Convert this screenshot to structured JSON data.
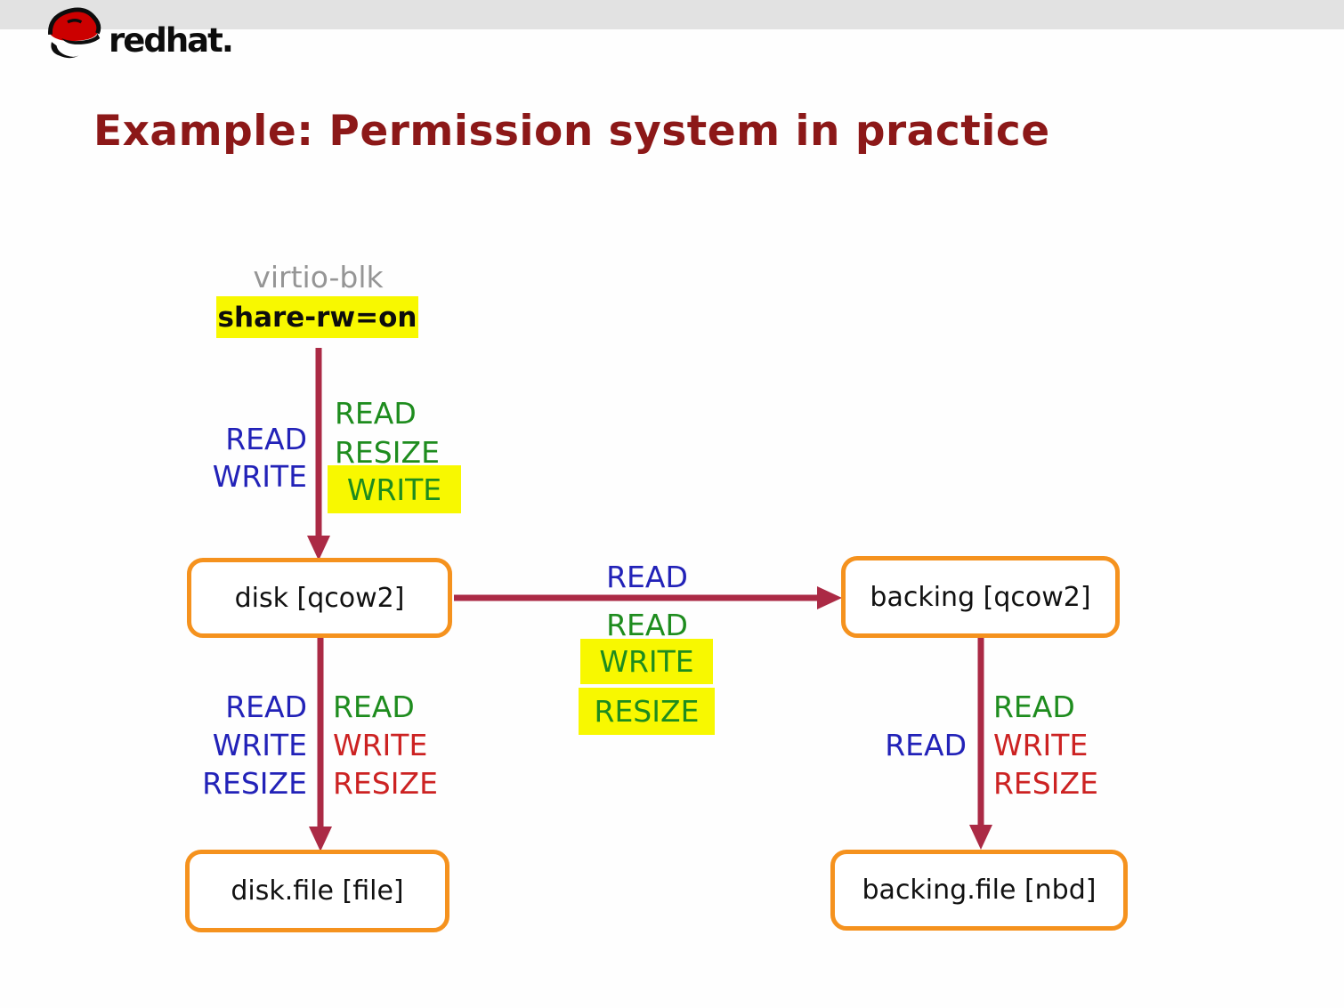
{
  "colors": {
    "arrow": "#ab2a45",
    "node_border": "#f5921e",
    "highlight": "#f8f800",
    "blue": "#2222b8",
    "green": "#1e8c1e",
    "red": "#cc2222",
    "title_red": "#8c1818",
    "gray_label": "#959595",
    "topbar": "#e2e2e2",
    "ink": "#111111"
  },
  "logo": {
    "red_part": "red",
    "hat_part": "hat."
  },
  "title": "Example: Permission system in practice",
  "diagram": {
    "virtio_label": "virtio-blk",
    "share_rw_label": "share-rw=on",
    "nodes": {
      "disk": "disk [qcow2]",
      "backing": "backing [qcow2]",
      "disk_file": "disk.file [file]",
      "backing_file": "backing.file [nbd]"
    },
    "edges": {
      "virtio_to_disk": {
        "left_labels": [
          {
            "text": "READ",
            "color": "blue"
          },
          {
            "text": "WRITE",
            "color": "blue"
          }
        ],
        "right_labels": [
          {
            "text": "READ",
            "color": "green",
            "highlight": false
          },
          {
            "text": "RESIZE",
            "color": "green",
            "highlight": false
          },
          {
            "text": "WRITE",
            "color": "green",
            "highlight": true
          }
        ]
      },
      "disk_to_backing": {
        "above_label": {
          "text": "READ",
          "color": "blue"
        },
        "below_labels": [
          {
            "text": "READ",
            "color": "green",
            "highlight": false
          },
          {
            "text": "WRITE",
            "color": "green",
            "highlight": true
          },
          {
            "text": "RESIZE",
            "color": "green",
            "highlight": true
          }
        ]
      },
      "disk_to_disk_file": {
        "left_labels": [
          {
            "text": "READ",
            "color": "blue"
          },
          {
            "text": "WRITE",
            "color": "blue"
          },
          {
            "text": "RESIZE",
            "color": "blue"
          }
        ],
        "right_labels": [
          {
            "text": "READ",
            "color": "green"
          },
          {
            "text": "WRITE",
            "color": "red"
          },
          {
            "text": "RESIZE",
            "color": "red"
          }
        ]
      },
      "backing_to_backing_file": {
        "left_labels": [
          {
            "text": "READ",
            "color": "blue"
          }
        ],
        "right_labels": [
          {
            "text": "READ",
            "color": "green"
          },
          {
            "text": "WRITE",
            "color": "red"
          },
          {
            "text": "RESIZE",
            "color": "red"
          }
        ]
      }
    }
  }
}
